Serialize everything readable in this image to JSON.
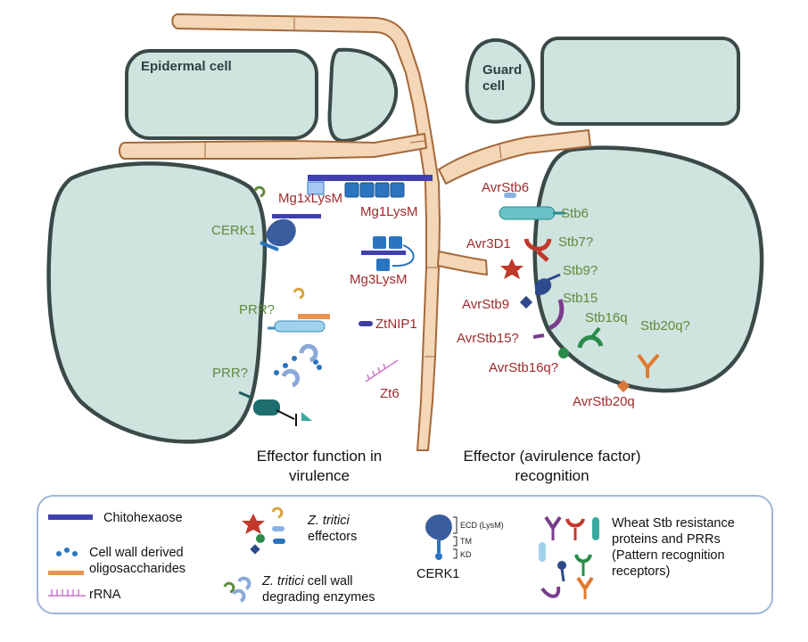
{
  "cells": {
    "epidermal": "Epidermal cell",
    "guard_line1": "Guard",
    "guard_line2": "cell"
  },
  "left_labels": {
    "mg1xlysm": "Mg1xLysM",
    "mg1lysm": "Mg1LysM",
    "cerk1": "CERK1",
    "mg3lysm": "Mg3LysM",
    "prr1": "PRR?",
    "ztnip1": "ZtNIP1",
    "prr2": "PRR?",
    "zt6": "Zt6"
  },
  "right_labels": {
    "avrstb6": "AvrStb6",
    "stb6": "Stb6",
    "avr3d1": "Avr3D1",
    "stb7": "Stb7?",
    "stb9": "Stb9?",
    "stb15": "Stb15",
    "avrstb9": "AvrStb9",
    "stb16q": "Stb16q",
    "stb20q": "Stb20q?",
    "avrstb15": "AvrStb15?",
    "avrstb16q": "AvrStb16q?",
    "avrstb20q": "AvrStb20q"
  },
  "headings": {
    "left_line1": "Effector function in",
    "left_line2": "virulence",
    "right_line1": "Effector (avirulence factor)",
    "right_line2": "recognition"
  },
  "legend": {
    "chitohexaose": "Chitohexaose",
    "cw_oligo_line1": "Cell wall derived",
    "cw_oligo_line2": "oligosaccharides",
    "rrna": "rRNA",
    "effectors_italic": "Z. tritici",
    "effectors_rest": "effectors",
    "enzymes_italic": "Z. tritici",
    "enzymes_rest": "cell wall",
    "enzymes_line2": "degrading enzymes",
    "ecd": "ECD (LysM)",
    "tm": "TM",
    "kd": "KD",
    "cerk1": "CERK1",
    "wheat_line1": "Wheat Stb resistance",
    "wheat_line2": "proteins and PRRs",
    "wheat_line3": "(Pattern recognition",
    "wheat_line4": "receptors)"
  },
  "colors": {
    "cell_fill": "#cfe3df",
    "cell_stroke": "#3a4a48",
    "hypha_fill": "#f3d7b6",
    "hypha_stroke": "#a5683a",
    "effector_red": "#a02b2b",
    "receptor_green": "#5e8a3c",
    "lysm_blue": "#2a74c0",
    "legend_border": "#9fb6d8"
  }
}
